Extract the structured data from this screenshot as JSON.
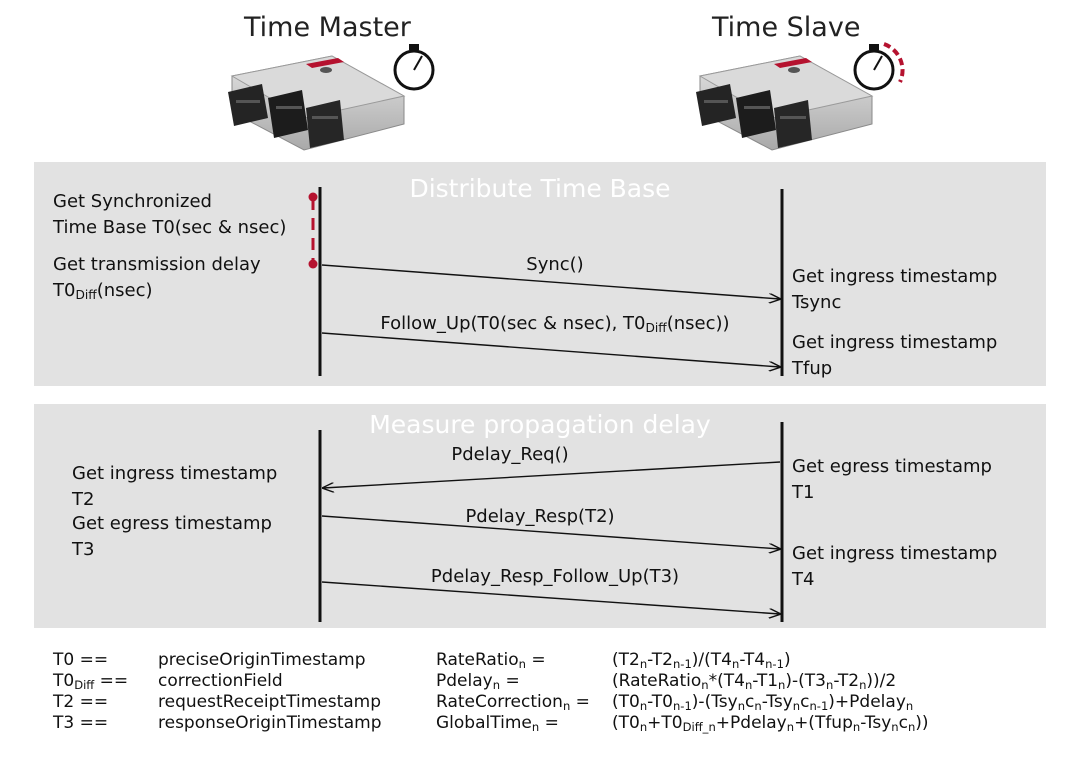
{
  "header": {
    "master_title": "Time Master",
    "slave_title": "Time Slave"
  },
  "panel1": {
    "title": "Distribute Time Base",
    "master_note1_line1": "Get Synchronized",
    "master_note1_line2": "Time Base T0(sec & nsec)",
    "master_note2_line1": "Get transmission delay",
    "master_note2_line2_pre": "T0",
    "master_note2_line2_sub": "Diff",
    "master_note2_line2_post": "(nsec)",
    "msg_sync": "Sync()",
    "msg_followup_pre": "Follow_Up(T0(sec & nsec), T0",
    "msg_followup_sub": "Diff",
    "msg_followup_post": "(nsec))",
    "slave_note1_line1": "Get ingress timestamp",
    "slave_note1_line2": "Tsync",
    "slave_note2_line1": "Get ingress timestamp",
    "slave_note2_line2": "Tfup"
  },
  "panel2": {
    "title": "Measure propagation delay",
    "msg_pdelay_req": "Pdelay_Req()",
    "msg_pdelay_resp": "Pdelay_Resp(T2)",
    "msg_pdelay_resp_fu": "Pdelay_Resp_Follow_Up(T3)",
    "master_note1_line1": "Get ingress timestamp",
    "master_note1_line2": "T2",
    "master_note2_line1": "Get egress timestamp",
    "master_note2_line2": "T3",
    "slave_note1_line1": "Get egress timestamp",
    "slave_note1_line2": "T1",
    "slave_note2_line1": "Get ingress timestamp",
    "slave_note2_line2": "T4"
  },
  "legend": {
    "t0_label": "T0 ==",
    "t0_value": "preciseOriginTimestamp",
    "t0diff_label_pre": "T0",
    "t0diff_label_sub": "Diff",
    "t0diff_label_post": " ==",
    "t0diff_value": "correctionField",
    "t2_label": "T2 ==",
    "t2_value": "requestReceiptTimestamp",
    "t3_label": "T3 ==",
    "t3_value": "responseOriginTimestamp"
  },
  "formulas": {
    "rateratio_name": "RateRatio",
    "pdelay_name": "Pdelay",
    "ratecorrection_name": "RateCorrection",
    "globaltime_name": "GlobalTime",
    "subscript_n": "n",
    "equals": "=",
    "rateratio_expr": "(T2n-T2n-1)/(T4n-T4n-1)",
    "pdelay_expr": "(RateRation*(T4n-T1n)-(T3n-T2n))/2",
    "ratecorrection_expr": "(T0n-T0n-1)-(Tsyncn-Tsyncn-1)+Pdelayn",
    "globaltime_expr": "(T0n+T0Diff_n+Pdelayn+(Tfupn-Tsyncn))"
  },
  "colors": {
    "panel_bg": "#e2e2e2",
    "panel_title": "#ffffff",
    "accent_red": "#b5122f",
    "line": "#111111"
  }
}
